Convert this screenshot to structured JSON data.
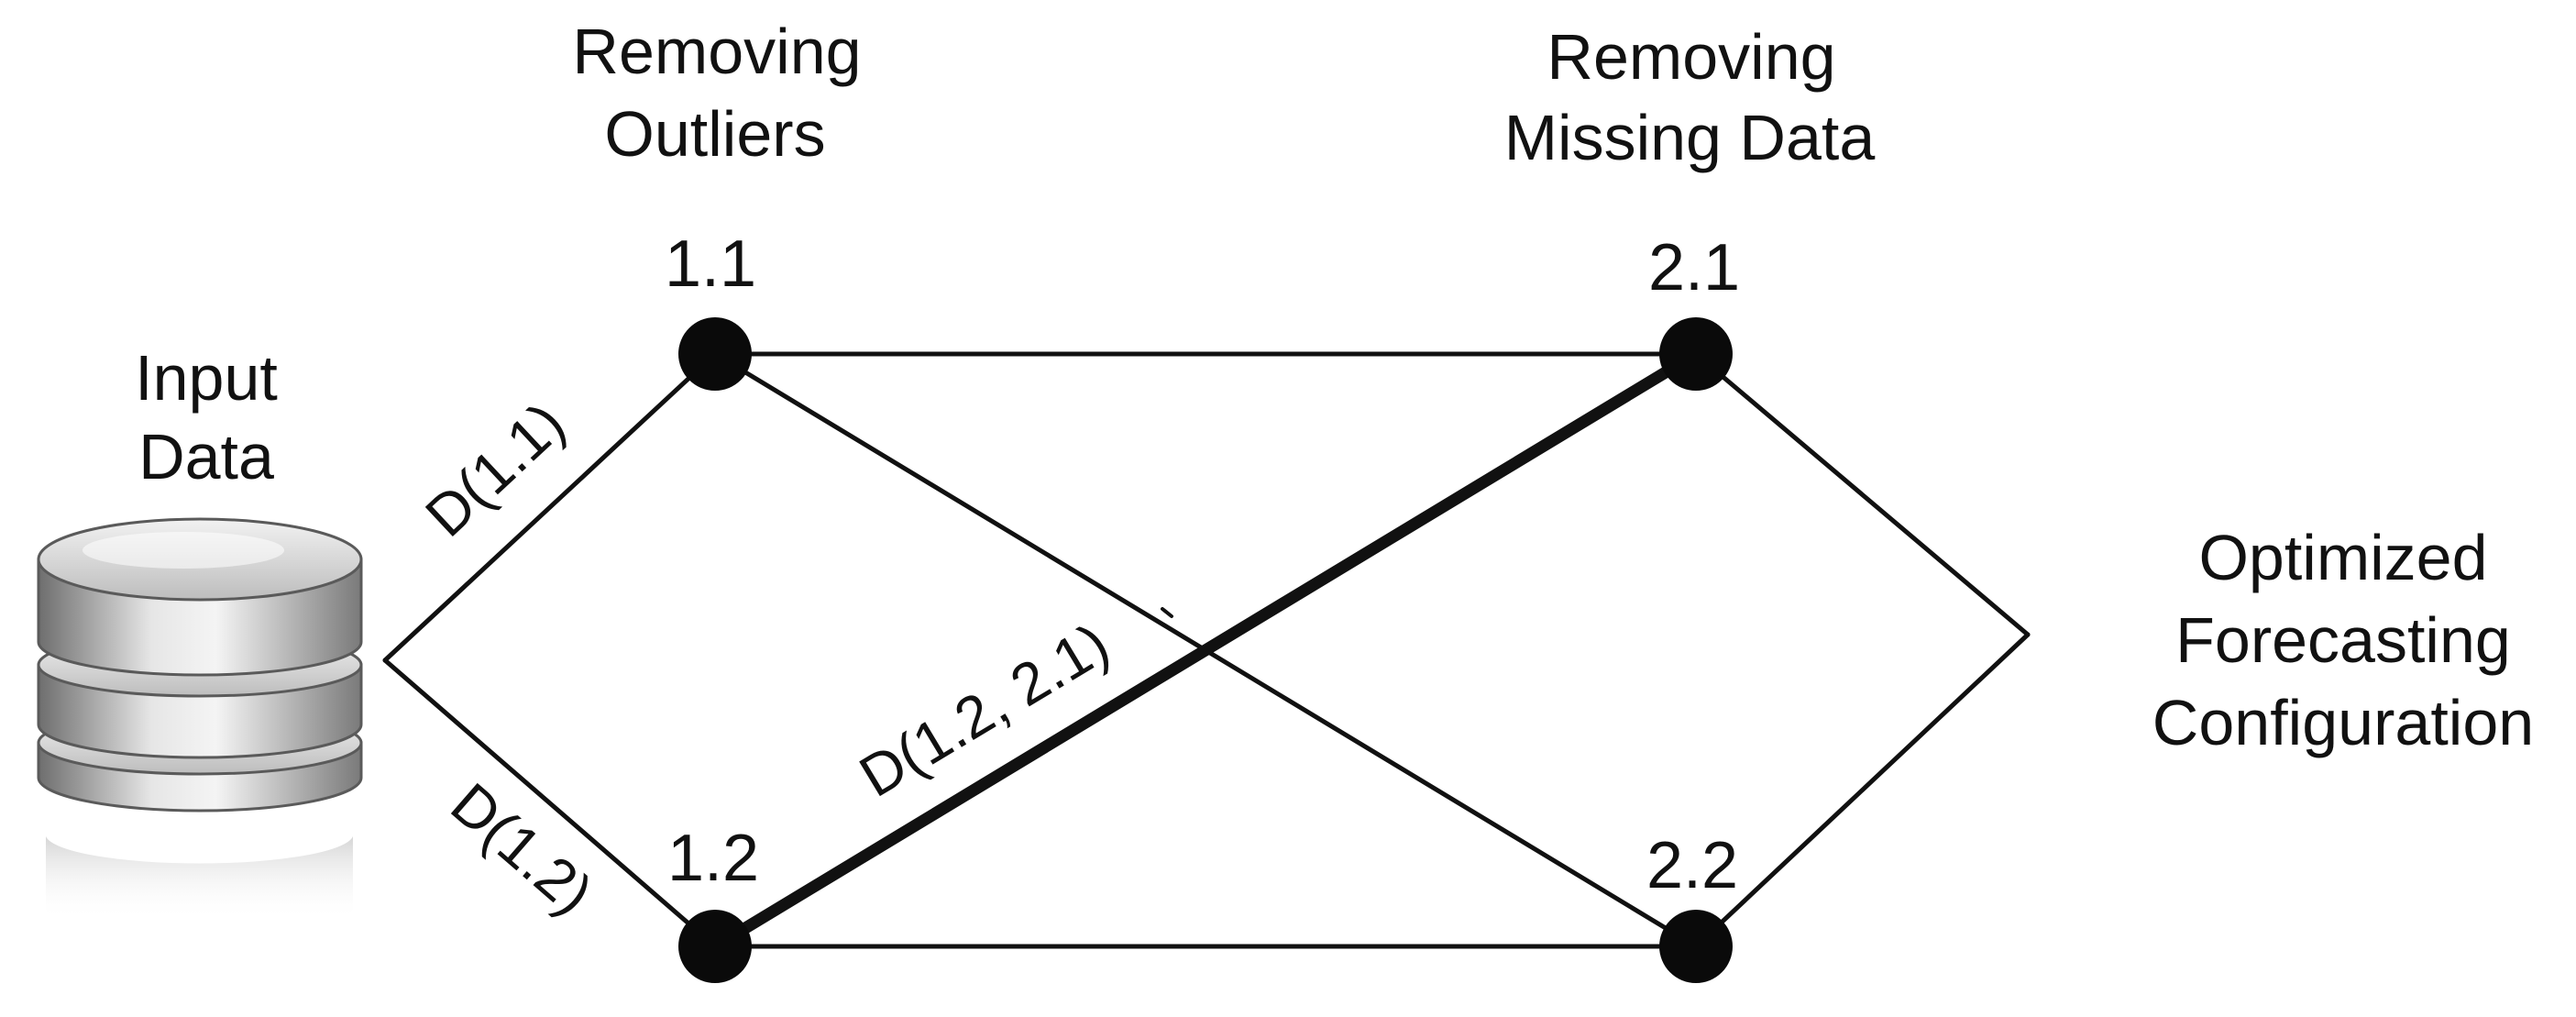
{
  "stages": {
    "input": {
      "line1": "Input",
      "line2": "Data"
    },
    "outliers": {
      "line1": "Removing",
      "line2": "Outliers"
    },
    "missing": {
      "line1": "Removing",
      "line2": "Missing Data"
    },
    "output": {
      "line1": "Optimized",
      "line2": "Forecasting",
      "line3": "Configuration"
    }
  },
  "nodes": {
    "n11": "1.1",
    "n12": "1.2",
    "n21": "2.1",
    "n22": "2.2"
  },
  "edge_labels": {
    "d11": "D(1.1)",
    "d12": "D(1.2)",
    "d12_21": "D(1.2, 2.1)"
  },
  "highlighted_path": "1.2 → 2.1",
  "colors": {
    "line": "#111111",
    "node": "#0a0a0a",
    "db_light": "#eeeeee",
    "db_mid": "#b8b8b8",
    "db_dark": "#707070"
  }
}
